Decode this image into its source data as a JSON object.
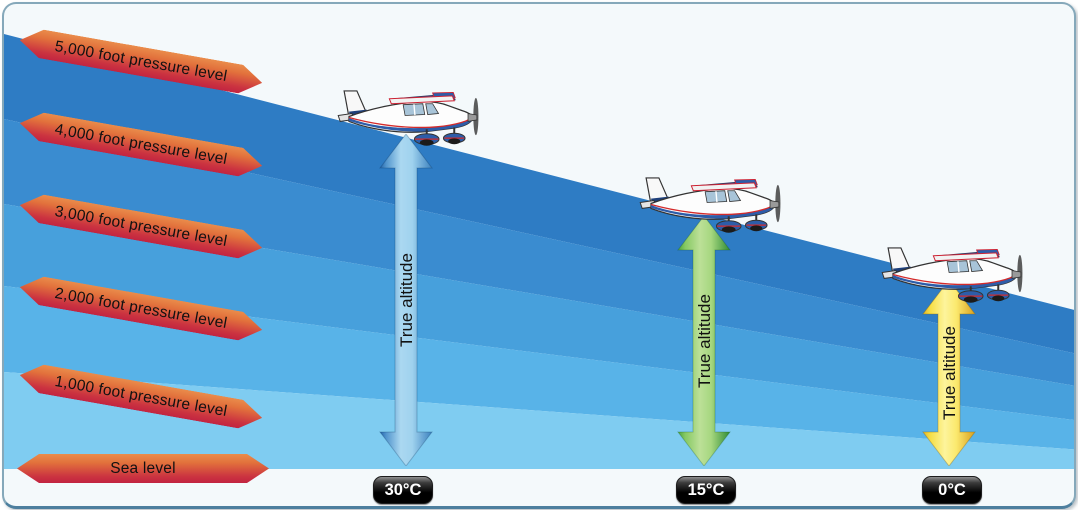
{
  "diagram": {
    "pressure_banners": [
      {
        "label": "5,000 foot pressure level"
      },
      {
        "label": "4,000 foot pressure level"
      },
      {
        "label": "3,000 foot pressure level"
      },
      {
        "label": "2,000 foot pressure level"
      },
      {
        "label": "1,000 foot pressure level"
      }
    ],
    "sea_level_banner": {
      "label": "Sea level"
    },
    "arrows": [
      {
        "label": "True altitude",
        "temperature": "30°C",
        "color": "#3c82bf"
      },
      {
        "label": "True altitude",
        "temperature": "15°C",
        "color": "#4ca53f"
      },
      {
        "label": "True altitude",
        "temperature": "0°C",
        "color": "#e9c62e"
      }
    ],
    "colors": {
      "banner_gradient_top": "#ea8c4b",
      "banner_gradient_bottom": "#c22441",
      "band_darkest": "#2e7cc4",
      "band_lightest": "#7fccf1",
      "sky_background": "#f4f9fb",
      "badge_background": "#000000",
      "badge_text": "#ffffff"
    }
  }
}
